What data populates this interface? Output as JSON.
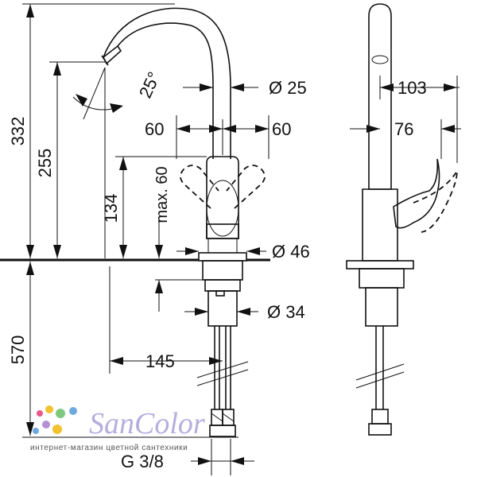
{
  "dimensions": {
    "overall_height": "332",
    "spout_height": "255",
    "angle": "25°",
    "spout_diameter": "Ø 25",
    "swing_left": "60",
    "swing_right": "60",
    "handle_height": "134",
    "handle_max": "max. 60",
    "base_diameter": "Ø 46",
    "shank_diameter": "Ø 34",
    "hose_length": "570",
    "reach": "145",
    "connection": "G 3/8",
    "side_reach": "103",
    "side_offset": "76"
  },
  "watermark": {
    "brand": "SanColor",
    "tagline": "интернет-магазин цветной сантехники",
    "dot_colors": [
      "#e95a8a",
      "#f2c230",
      "#7fc97f",
      "#6fa8dc",
      "#b38fd6"
    ]
  }
}
